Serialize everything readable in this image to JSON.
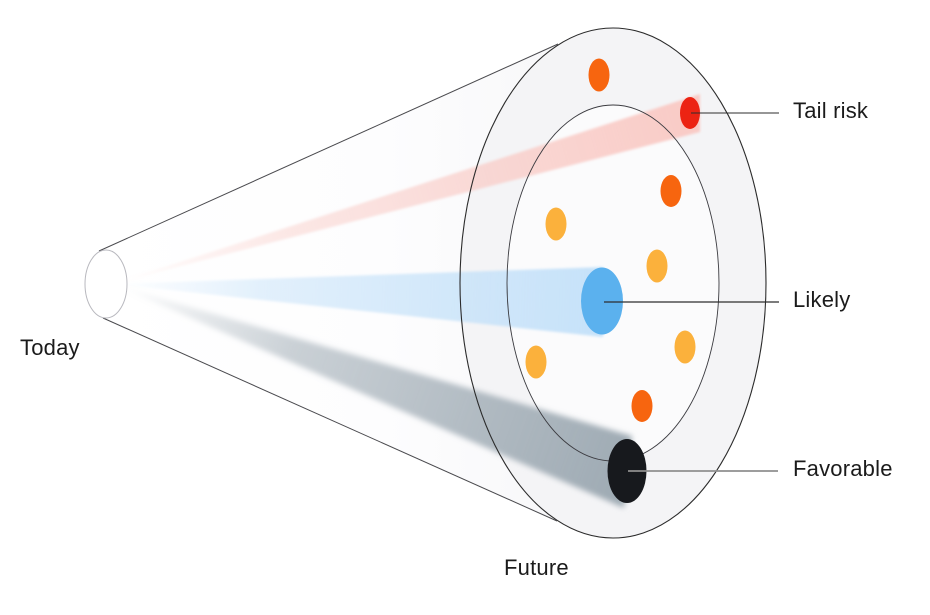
{
  "diagram": {
    "type": "cone-of-uncertainty",
    "axis_labels": {
      "start": "Today",
      "end": "Future"
    },
    "annotations": [
      {
        "id": "tail_risk",
        "label": "Tail risk",
        "dot_color": "#EC2313",
        "beam_color": "#F9CBC6"
      },
      {
        "id": "likely",
        "label": "Likely",
        "dot_color": "#5BB1EE",
        "beam_color": "#C6E2F9"
      },
      {
        "id": "favorable",
        "label": "Favorable",
        "dot_color": "#17191D",
        "beam_color": "#9FABB4"
      }
    ],
    "scatter_dots": {
      "orange": {
        "hex": "#F7650F",
        "count": 3
      },
      "yellow": {
        "hex": "#FBB13C",
        "count": 4
      }
    },
    "surface_colors": {
      "outer_ring_fill": "#F4F4F6",
      "inner_disc_fill": "#FBFBFC",
      "background": "#FFFFFF"
    }
  }
}
